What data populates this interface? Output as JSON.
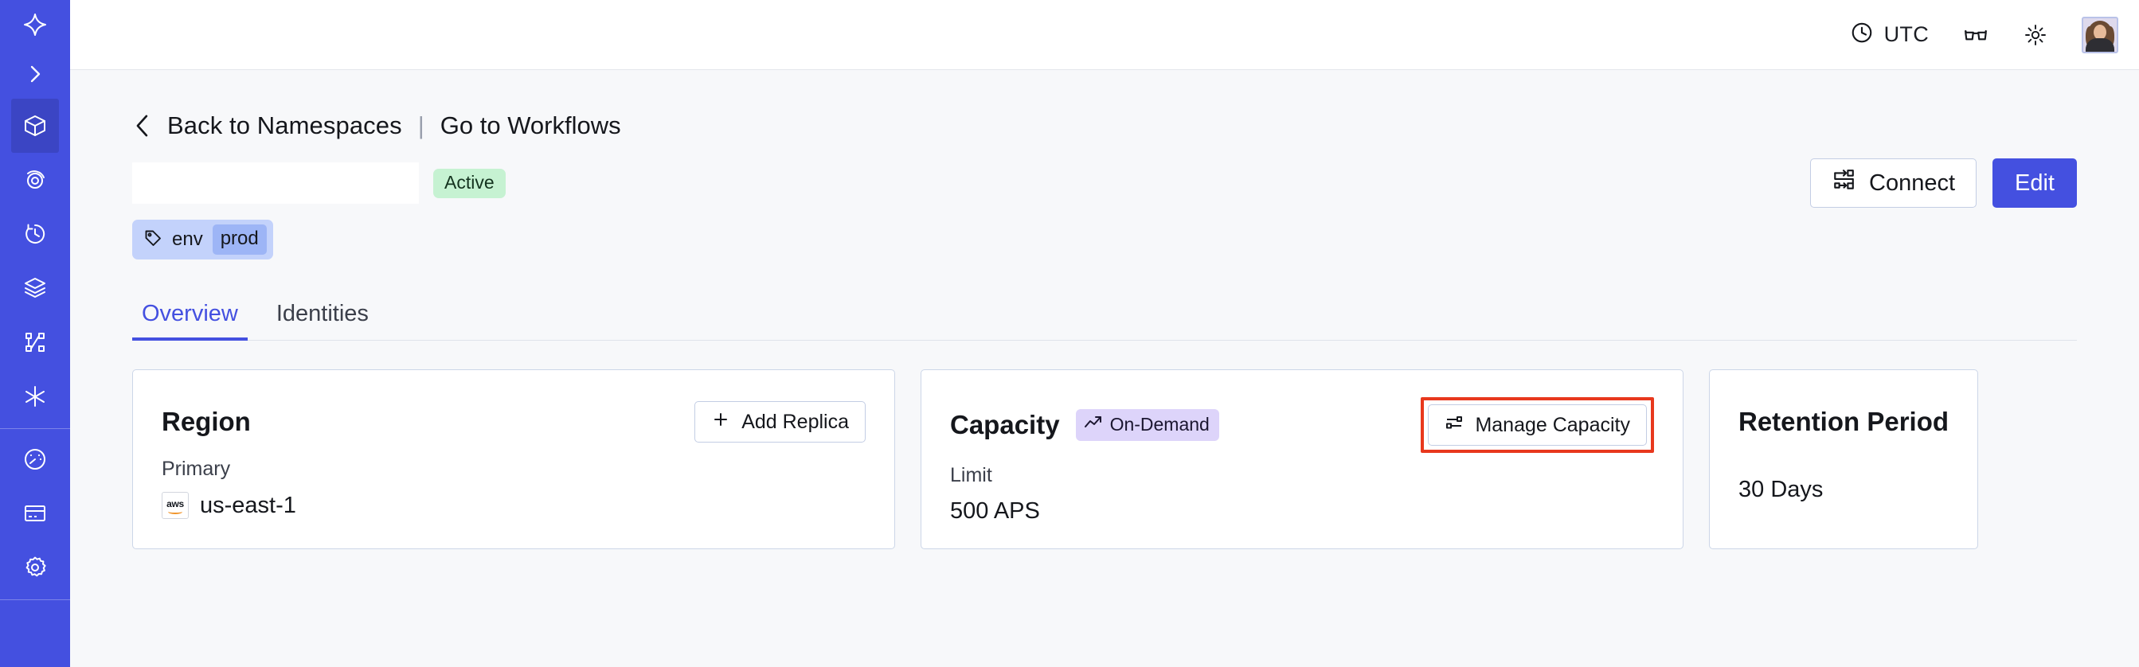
{
  "sidebar": {
    "logo_icon": "temporal-logo-icon",
    "expand_icon": "chevron-right-icon",
    "items": [
      {
        "name": "namespaces",
        "icon": "cube-icon",
        "active": true
      },
      {
        "name": "observability",
        "icon": "eye-target-icon",
        "active": false
      },
      {
        "name": "schedules",
        "icon": "clock-arrow-icon",
        "active": false
      },
      {
        "name": "batch-operations",
        "icon": "layers-icon",
        "active": false
      },
      {
        "name": "workflows",
        "icon": "git-branch-icon",
        "active": false
      },
      {
        "name": "nexus",
        "icon": "asterisk-icon",
        "active": false
      }
    ],
    "footer_items": [
      {
        "name": "usage",
        "icon": "gauge-icon"
      },
      {
        "name": "billing",
        "icon": "credit-card-icon"
      },
      {
        "name": "settings",
        "icon": "gear-icon"
      }
    ]
  },
  "topbar": {
    "timezone_label": "UTC",
    "clock_icon": "clock-icon",
    "glasses_icon": "glasses-icon",
    "theme_icon": "sun-icon",
    "avatar_icon": "user-avatar"
  },
  "breadcrumb": {
    "back_icon": "chevron-left-icon",
    "back_label": "Back to Namespaces",
    "separator": "|",
    "link_label": "Go to Workflows"
  },
  "header": {
    "title": "",
    "status_badge": "Active",
    "connect_label": "Connect",
    "connect_icon": "connect-nodes-icon",
    "edit_label": "Edit",
    "tag": {
      "icon": "tag-icon",
      "key": "env",
      "value": "prod"
    }
  },
  "tabs": [
    {
      "label": "Overview",
      "active": true
    },
    {
      "label": "Identities",
      "active": false
    }
  ],
  "cards": {
    "region": {
      "title": "Region",
      "action_label": "Add Replica",
      "action_icon": "plus-icon",
      "field_label": "Primary",
      "provider_icon": "aws-logo",
      "provider_text": "aws",
      "value": "us-east-1"
    },
    "capacity": {
      "title": "Capacity",
      "badge_label": "On-Demand",
      "badge_icon": "trending-up-icon",
      "action_label": "Manage Capacity",
      "action_icon": "sliders-icon",
      "action_highlighted": true,
      "field_label": "Limit",
      "value": "500 APS"
    },
    "retention": {
      "title": "Retention Period",
      "value": "30 Days"
    }
  },
  "colors": {
    "brand": "#4450e0",
    "page_bg": "#f7f8fa",
    "card_border": "#ccd6e8",
    "status_active_bg": "#c6f2d2",
    "badge_ondemand_bg": "#ddd4fa",
    "tag_bg": "#c3d2fb",
    "tag_value_bg": "#9db5f6",
    "highlight": "#e8381d"
  }
}
